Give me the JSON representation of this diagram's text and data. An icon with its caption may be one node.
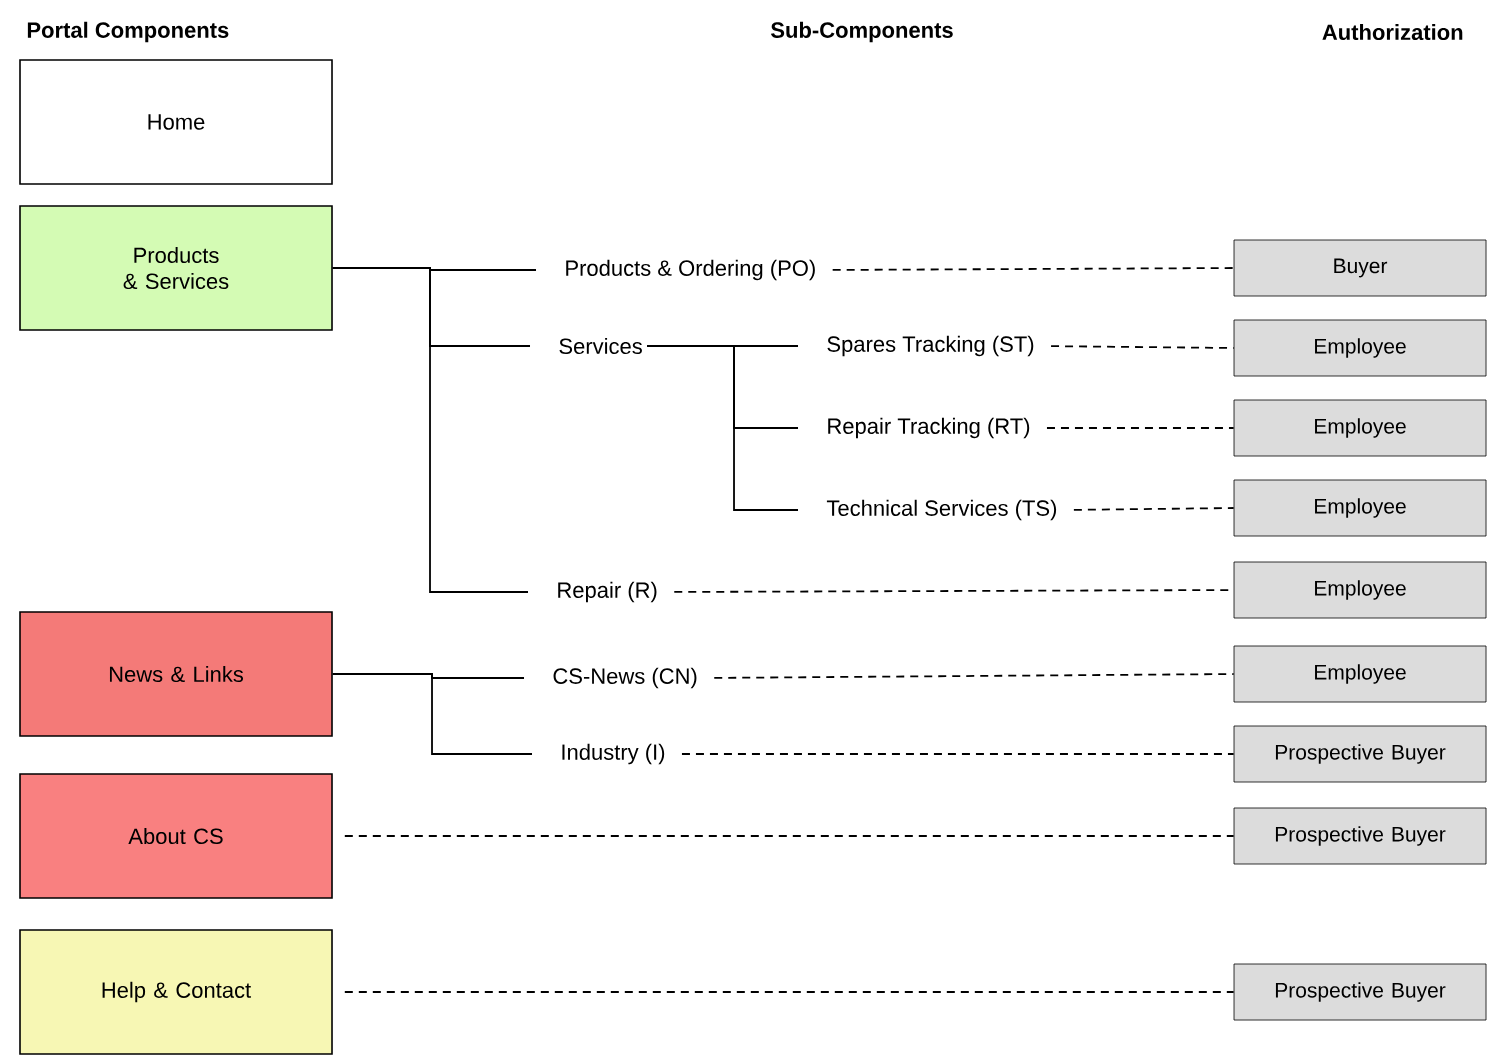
{
  "diagram": {
    "nodes": [
      {
        "text": [
          "Home"
        ]
      },
      {
        "text": [
          "Products & Services"
        ]
      },
      {
        "text": [
          "News & Links"
        ]
      },
      {
        "text": [
          "About CS"
        ]
      },
      {
        "text": [
          "Help & Contact"
        ]
      },
      {
        "text": [
          "Products & Ordering (PO)"
        ]
      },
      {
        "text": [
          "Services"
        ]
      },
      {
        "text": [
          "Spares Tracking (ST)"
        ]
      },
      {
        "text": [
          "Repair Tracking (RT)"
        ]
      },
      {
        "text": [
          "Technical Services (TS)"
        ]
      },
      {
        "text": [
          "Repair (R)"
        ]
      },
      {
        "text": [
          "CS-News (CN)"
        ]
      },
      {
        "text": [
          "Industry (I)"
        ]
      },
      {
        "text": [
          "Buyer"
        ]
      },
      {
        "text": [
          "Employee"
        ]
      },
      {
        "text": [
          "Employee"
        ]
      },
      {
        "text": [
          "Employee"
        ]
      },
      {
        "text": [
          "Employee"
        ]
      },
      {
        "text": [
          "Employee"
        ]
      },
      {
        "text": [
          "Prospective Buyer"
        ]
      },
      {
        "text": [
          "Prospective Buyer"
        ]
      },
      {
        "text": [
          "Prospective Buyer"
        ]
      }
    ],
    "edges": [
      {
        "from": 1,
        "to": 5,
        "arrow": "none"
      },
      {
        "from": 1,
        "to": 6,
        "arrow": "none"
      },
      {
        "from": 1,
        "to": 10,
        "arrow": "none"
      },
      {
        "from": 6,
        "to": 7,
        "arrow": "none"
      },
      {
        "from": 6,
        "to": 8,
        "arrow": "none"
      },
      {
        "from": 6,
        "to": 9,
        "arrow": "none"
      },
      {
        "from": 2,
        "to": 11,
        "arrow": "none"
      },
      {
        "from": 2,
        "to": 12,
        "arrow": "none"
      },
      {
        "from": 5,
        "to": 13,
        "arrow": "none",
        "style": "dashed"
      },
      {
        "from": 7,
        "to": 14,
        "arrow": "none",
        "style": "dashed"
      },
      {
        "from": 8,
        "to": 15,
        "arrow": "none",
        "style": "dashed"
      },
      {
        "from": 9,
        "to": 16,
        "arrow": "none",
        "style": "dashed"
      },
      {
        "from": 10,
        "to": 17,
        "arrow": "none",
        "style": "dashed"
      },
      {
        "from": 11,
        "to": 18,
        "arrow": "none",
        "style": "dashed"
      },
      {
        "from": 12,
        "to": 19,
        "arrow": "none",
        "style": "dashed"
      },
      {
        "from": 3,
        "to": 20,
        "arrow": "none",
        "style": "dashed"
      },
      {
        "from": 4,
        "to": 21,
        "arrow": "none",
        "style": "dashed"
      }
    ],
    "labels": [
      "Portal Components",
      "Sub-Components",
      "Authorization"
    ]
  }
}
